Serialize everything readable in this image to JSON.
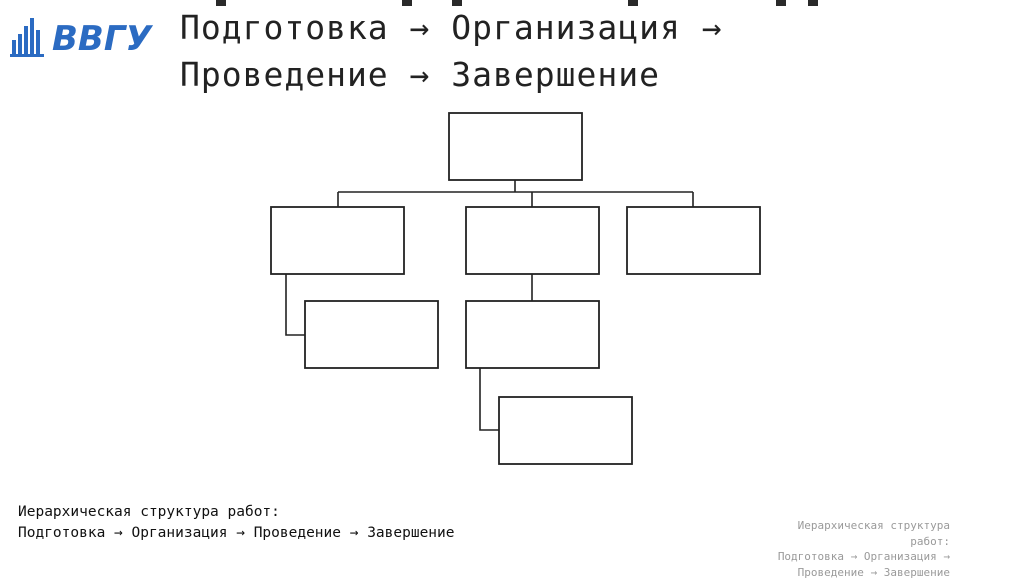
{
  "header": {
    "logo_text": "ВВГУ",
    "title_line1": "Подготовка → Организация →",
    "title_line2": "Проведение → Завершение"
  },
  "diagram": {
    "nodes": [
      "",
      "",
      "",
      "",
      "",
      "",
      ""
    ]
  },
  "caption": {
    "line1": "Иерархическая структура работ:",
    "line2": "Подготовка → Организация → Проведение → Завершение"
  },
  "notes": {
    "line1": "Иерархическая структура",
    "line2": "работ:",
    "line3": "Подготовка → Организация →",
    "line4": "Проведение → Завершение"
  },
  "colors": {
    "logo_blue": "#2b6bc2",
    "box_stroke": "#222222",
    "notes_text": "#9a9a9a"
  },
  "icons": {
    "logo": "university-logo-icon"
  }
}
